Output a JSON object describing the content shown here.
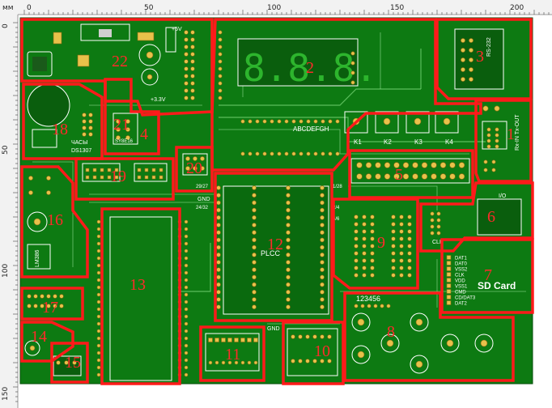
{
  "ruler": {
    "unit": "мм",
    "top_ticks": [
      "0",
      "50",
      "100",
      "150",
      "200"
    ],
    "left_ticks": [
      "0",
      "50",
      "100",
      "150"
    ]
  },
  "board": {
    "silkscreen": {
      "seg_display": "8.8.8.",
      "seg_letters": "ABCDEFGH",
      "relays": [
        "K1",
        "K2",
        "K3",
        "K4"
      ],
      "clock_label": "ЧАСЫ",
      "clock_chip": "DS1307",
      "sd_card": "SD Card",
      "sd_pins": [
        "DAT1",
        "DAT0",
        "VSS2",
        "CLK",
        "VDD",
        "VSS1",
        "CMD",
        "CD/DAT3",
        "DAT2"
      ],
      "plcc": "PLCC",
      "lm386": "LM386",
      "gnd": "GND",
      "btn_digits": "123456",
      "usb_label": "CLK",
      "plus5v": "+5V",
      "plus33v": "+3.3V",
      "uart": "Rx-IN Tx-OUT",
      "rs232": "RS-232",
      "ic_label": "SY8E16",
      "io_label": "I/O",
      "pin_markers": [
        "1/28",
        "29/27",
        "24/32",
        "2/4",
        "4/6"
      ]
    },
    "regions": [
      {
        "id": "1",
        "label": "1"
      },
      {
        "id": "2",
        "label": "2"
      },
      {
        "id": "3",
        "label": "3"
      },
      {
        "id": "4",
        "label": "4"
      },
      {
        "id": "5",
        "label": "5"
      },
      {
        "id": "6",
        "label": "6"
      },
      {
        "id": "7",
        "label": "7"
      },
      {
        "id": "8",
        "label": "8"
      },
      {
        "id": "9",
        "label": "9"
      },
      {
        "id": "10",
        "label": "10"
      },
      {
        "id": "11",
        "label": "11"
      },
      {
        "id": "12",
        "label": "12"
      },
      {
        "id": "13",
        "label": "13"
      },
      {
        "id": "14",
        "label": "14"
      },
      {
        "id": "15",
        "label": "15"
      },
      {
        "id": "16",
        "label": "16"
      },
      {
        "id": "17",
        "label": "17"
      },
      {
        "id": "18",
        "label": "18"
      },
      {
        "id": "19",
        "label": "19"
      },
      {
        "id": "20",
        "label": "20"
      },
      {
        "id": "21",
        "label": "21"
      },
      {
        "id": "22",
        "label": "22"
      }
    ]
  },
  "colors": {
    "board_green": "#0d7a12",
    "board_dark": "#0a6a0e",
    "annotation_red": "#ff1a1a",
    "pad_gold": "#e8c14a",
    "ruler_bg": "#f2f2f2"
  }
}
